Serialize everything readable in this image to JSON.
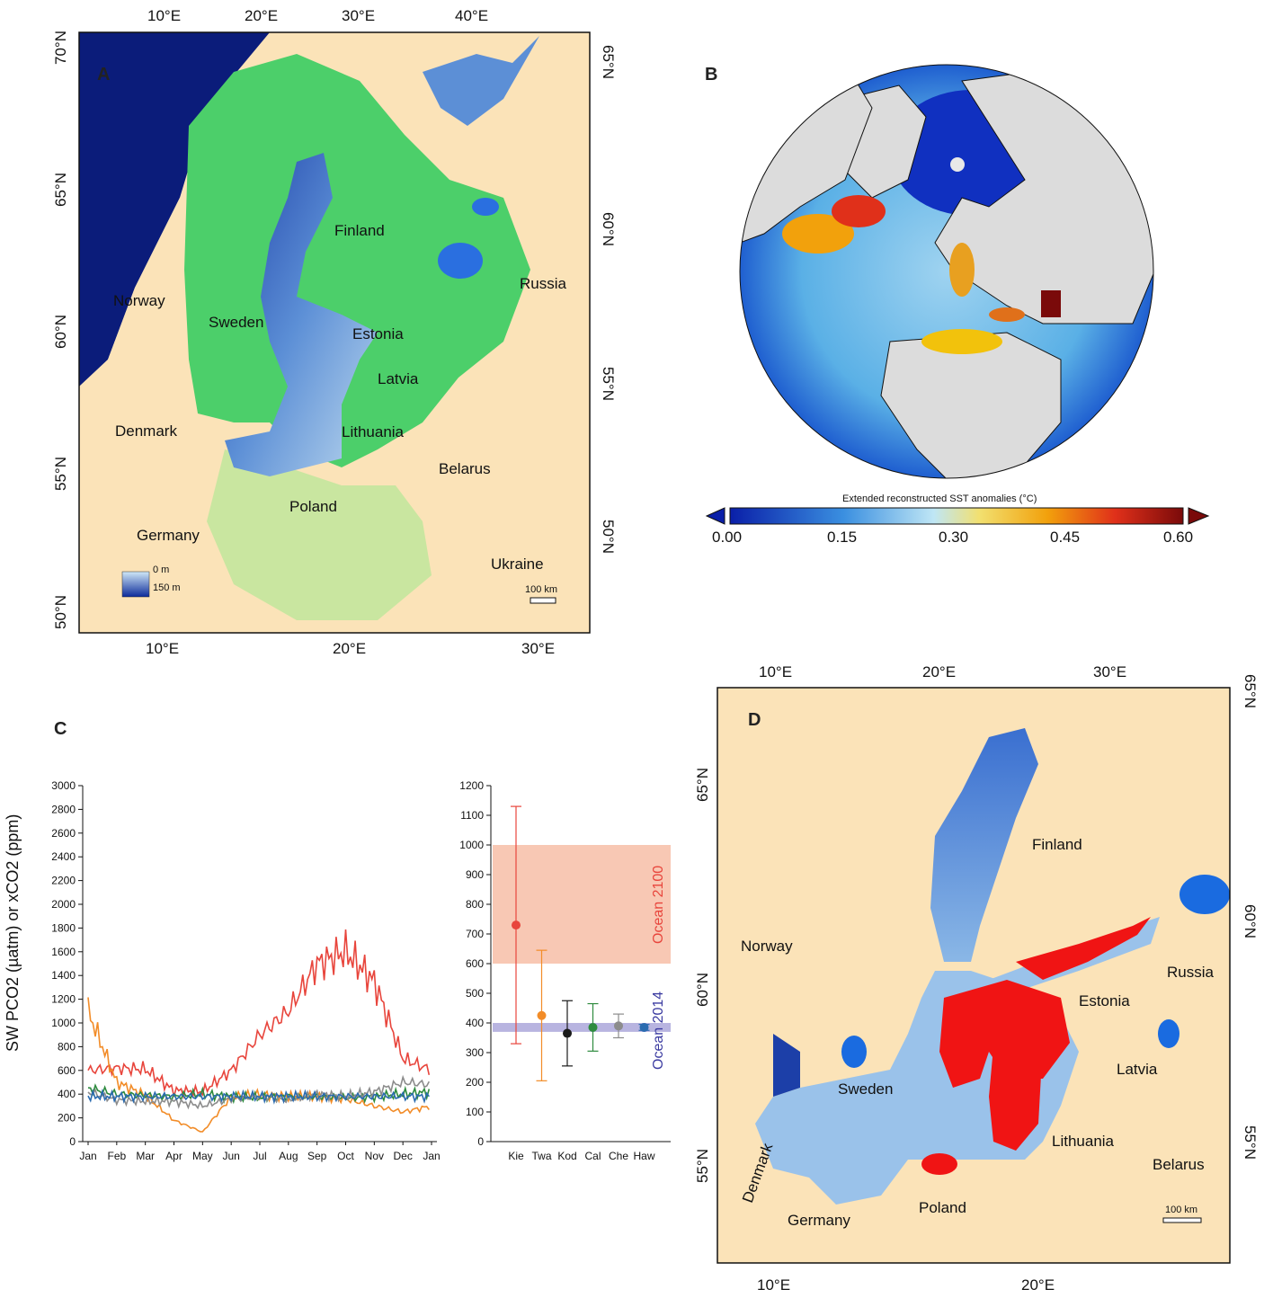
{
  "panel_a": {
    "letter": "A",
    "top_ticks": [
      "10°E",
      "20°E",
      "30°E",
      "40°E"
    ],
    "bottom_ticks": [
      "10°E",
      "20°E",
      "30°E"
    ],
    "left_ticks": [
      "70°N",
      "65°N",
      "60°N",
      "55°N",
      "50°N"
    ],
    "right_ticks": [
      "65°N",
      "60°N",
      "55°N",
      "50°N"
    ],
    "countries": {
      "norway": "Norway",
      "sweden": "Sweden",
      "finland": "Finland",
      "russia": "Russia",
      "estonia": "Estonia",
      "latvia": "Latvia",
      "lithuania": "Lithuania",
      "denmark": "Denmark",
      "belarus": "Belarus",
      "poland": "Poland",
      "germany": "Germany",
      "ukraine": "Ukraine"
    },
    "depth_legend": {
      "top": "0 m",
      "bottom": "150 m"
    },
    "scale_bar": "100 km"
  },
  "panel_b": {
    "letter": "B",
    "colorbar_title": "Extended reconstructed SST anomalies (°C)",
    "colorbar_ticks": [
      "0.00",
      "0.15",
      "0.30",
      "0.45",
      "0.60"
    ],
    "colors": {
      "low": "#0a1fa8",
      "mid": "#bfe6f5",
      "high": "#f2c20c",
      "top": "#7a0a0a"
    }
  },
  "panel_c": {
    "letter": "C",
    "ylabel": "SW PCO2 (µatm) or xCO2 (ppm)",
    "left_plot": {
      "yticks": [
        "0",
        "200",
        "400",
        "600",
        "800",
        "1000",
        "1200",
        "1400",
        "1600",
        "1800",
        "2000",
        "2200",
        "2400",
        "2600",
        "2800",
        "3000"
      ],
      "xticks": [
        "Jan",
        "Feb",
        "Mar",
        "Apr",
        "May",
        "Jun",
        "Jul",
        "Aug",
        "Sep",
        "Oct",
        "Nov",
        "Dec",
        "Jan"
      ]
    },
    "right_plot": {
      "yticks": [
        "0",
        "100",
        "200",
        "300",
        "400",
        "500",
        "600",
        "700",
        "800",
        "900",
        "1000",
        "1100",
        "1200"
      ],
      "xticks": [
        "Kie",
        "Twa",
        "Kod",
        "Cal",
        "Che",
        "Haw"
      ],
      "band_2100": "Ocean 2100",
      "band_2014": "Ocean 2014"
    }
  },
  "chart_data": [
    {
      "type": "line",
      "x": [
        "Jan",
        "Feb",
        "Mar",
        "Apr",
        "May",
        "Jun",
        "Jul",
        "Aug",
        "Sep",
        "Oct",
        "Nov",
        "Dec",
        "Jan"
      ],
      "ylim": [
        0,
        3000
      ],
      "ylabel": "SW PCO2 (µatm) or xCO2 (ppm)",
      "series": [
        {
          "color": "#e8453c",
          "values": [
            600,
            620,
            610,
            430,
            420,
            600,
            900,
            1100,
            1500,
            1600,
            1350,
            700,
            600
          ]
        },
        {
          "color": "#f28c28",
          "values": [
            1100,
            500,
            390,
            180,
            80,
            380,
            400,
            380,
            380,
            360,
            300,
            250,
            300
          ]
        },
        {
          "color": "#2e8b3e",
          "values": [
            450,
            400,
            390,
            380,
            400,
            380,
            370,
            380,
            380,
            370,
            380,
            400,
            420
          ]
        },
        {
          "color": "#8c8c8c",
          "values": [
            420,
            350,
            340,
            340,
            300,
            360,
            380,
            350,
            400,
            380,
            420,
            500,
            480
          ]
        },
        {
          "color": "#2a6bb0",
          "values": [
            380,
            380,
            380,
            380,
            380,
            380,
            380,
            380,
            380,
            380,
            380,
            380,
            380
          ]
        }
      ]
    },
    {
      "type": "scatter",
      "categories": [
        "Kie",
        "Twa",
        "Kod",
        "Cal",
        "Che",
        "Haw"
      ],
      "ylim": [
        0,
        1200
      ],
      "points": [
        {
          "mean": 730,
          "low": 330,
          "high": 1130,
          "color": "#e8453c"
        },
        {
          "mean": 425,
          "low": 205,
          "high": 645,
          "color": "#f28c28"
        },
        {
          "mean": 365,
          "low": 255,
          "high": 475,
          "color": "#1a1a1a"
        },
        {
          "mean": 385,
          "low": 305,
          "high": 465,
          "color": "#2e8b3e"
        },
        {
          "mean": 390,
          "low": 350,
          "high": 430,
          "color": "#8c8c8c"
        },
        {
          "mean": 385,
          "low": 375,
          "high": 395,
          "color": "#2a6bb0"
        }
      ],
      "bands": [
        {
          "low": 600,
          "high": 1000,
          "color": "#f8c8b4"
        },
        {
          "low": 370,
          "high": 400,
          "color": "#b8b4e0"
        }
      ]
    }
  ],
  "panel_d": {
    "letter": "D",
    "top_ticks": [
      "10°E",
      "20°E",
      "30°E"
    ],
    "bottom_ticks": [
      "10°E",
      "20°E"
    ],
    "left_ticks": [
      "65°N",
      "60°N",
      "55°N"
    ],
    "right_ticks": [
      "65°N",
      "60°N",
      "55°N"
    ],
    "countries": {
      "finland": "Finland",
      "norway": "Norway",
      "russia": "Russia",
      "estonia": "Estonia",
      "sweden": "Sweden",
      "latvia": "Latvia",
      "lithuania": "Lithuania",
      "denmark": "Denmark",
      "belarus": "Belarus",
      "germany": "Germany",
      "poland": "Poland"
    },
    "scale_bar": "100 km"
  }
}
